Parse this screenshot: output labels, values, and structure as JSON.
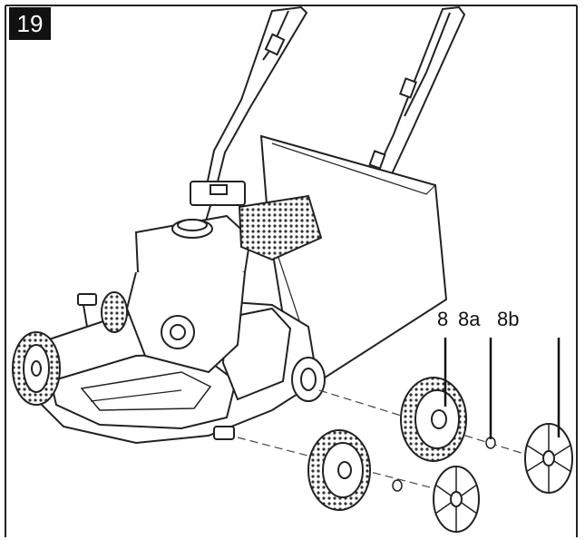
{
  "figure": {
    "step_number": "19",
    "callouts": {
      "part_8": "8",
      "part_8a": "8a",
      "part_8b": "8b"
    },
    "colors": {
      "line": "#222222",
      "badge": "#111111",
      "background": "#ffffff"
    }
  }
}
